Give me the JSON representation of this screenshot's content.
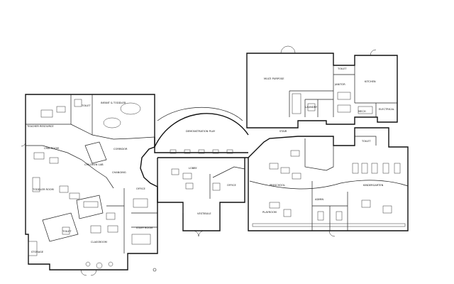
{
  "rooms": {
    "multipurpose": "MULTI PURPOSE",
    "kitchen": "KITCHEN",
    "toilet": "TOILET",
    "infant_toddler_sleep": "INFANT & TODDLER",
    "teacher_resource": "TEACHER RESOURCE",
    "crib_room": "CRIB ROOM",
    "corridor": "CORRIDOR",
    "children_lab": "CHILDREN LAB",
    "toddler_room": "TODDLER ROOM",
    "toilet_2": "TOILET",
    "changing": "CHANGING",
    "classroom": "CLASSROOM",
    "lobby": "LOBBY",
    "office": "OFFICE",
    "vestibule": "VESTIBULE",
    "preschool": "PRESCHOOL",
    "kindergarten": "KINDERGARTEN",
    "staff_room": "STAFF ROOM",
    "admin": "ADMIN",
    "laundry": "LAUNDRY",
    "storage": "STORAGE",
    "mech": "MECH",
    "janitor": "JANITOR",
    "electrical": "ELECTRICAL",
    "demonstration_play": "DEMONSTRATION PLAY",
    "stair": "STAIR",
    "playroom": "PLAYROOM"
  }
}
